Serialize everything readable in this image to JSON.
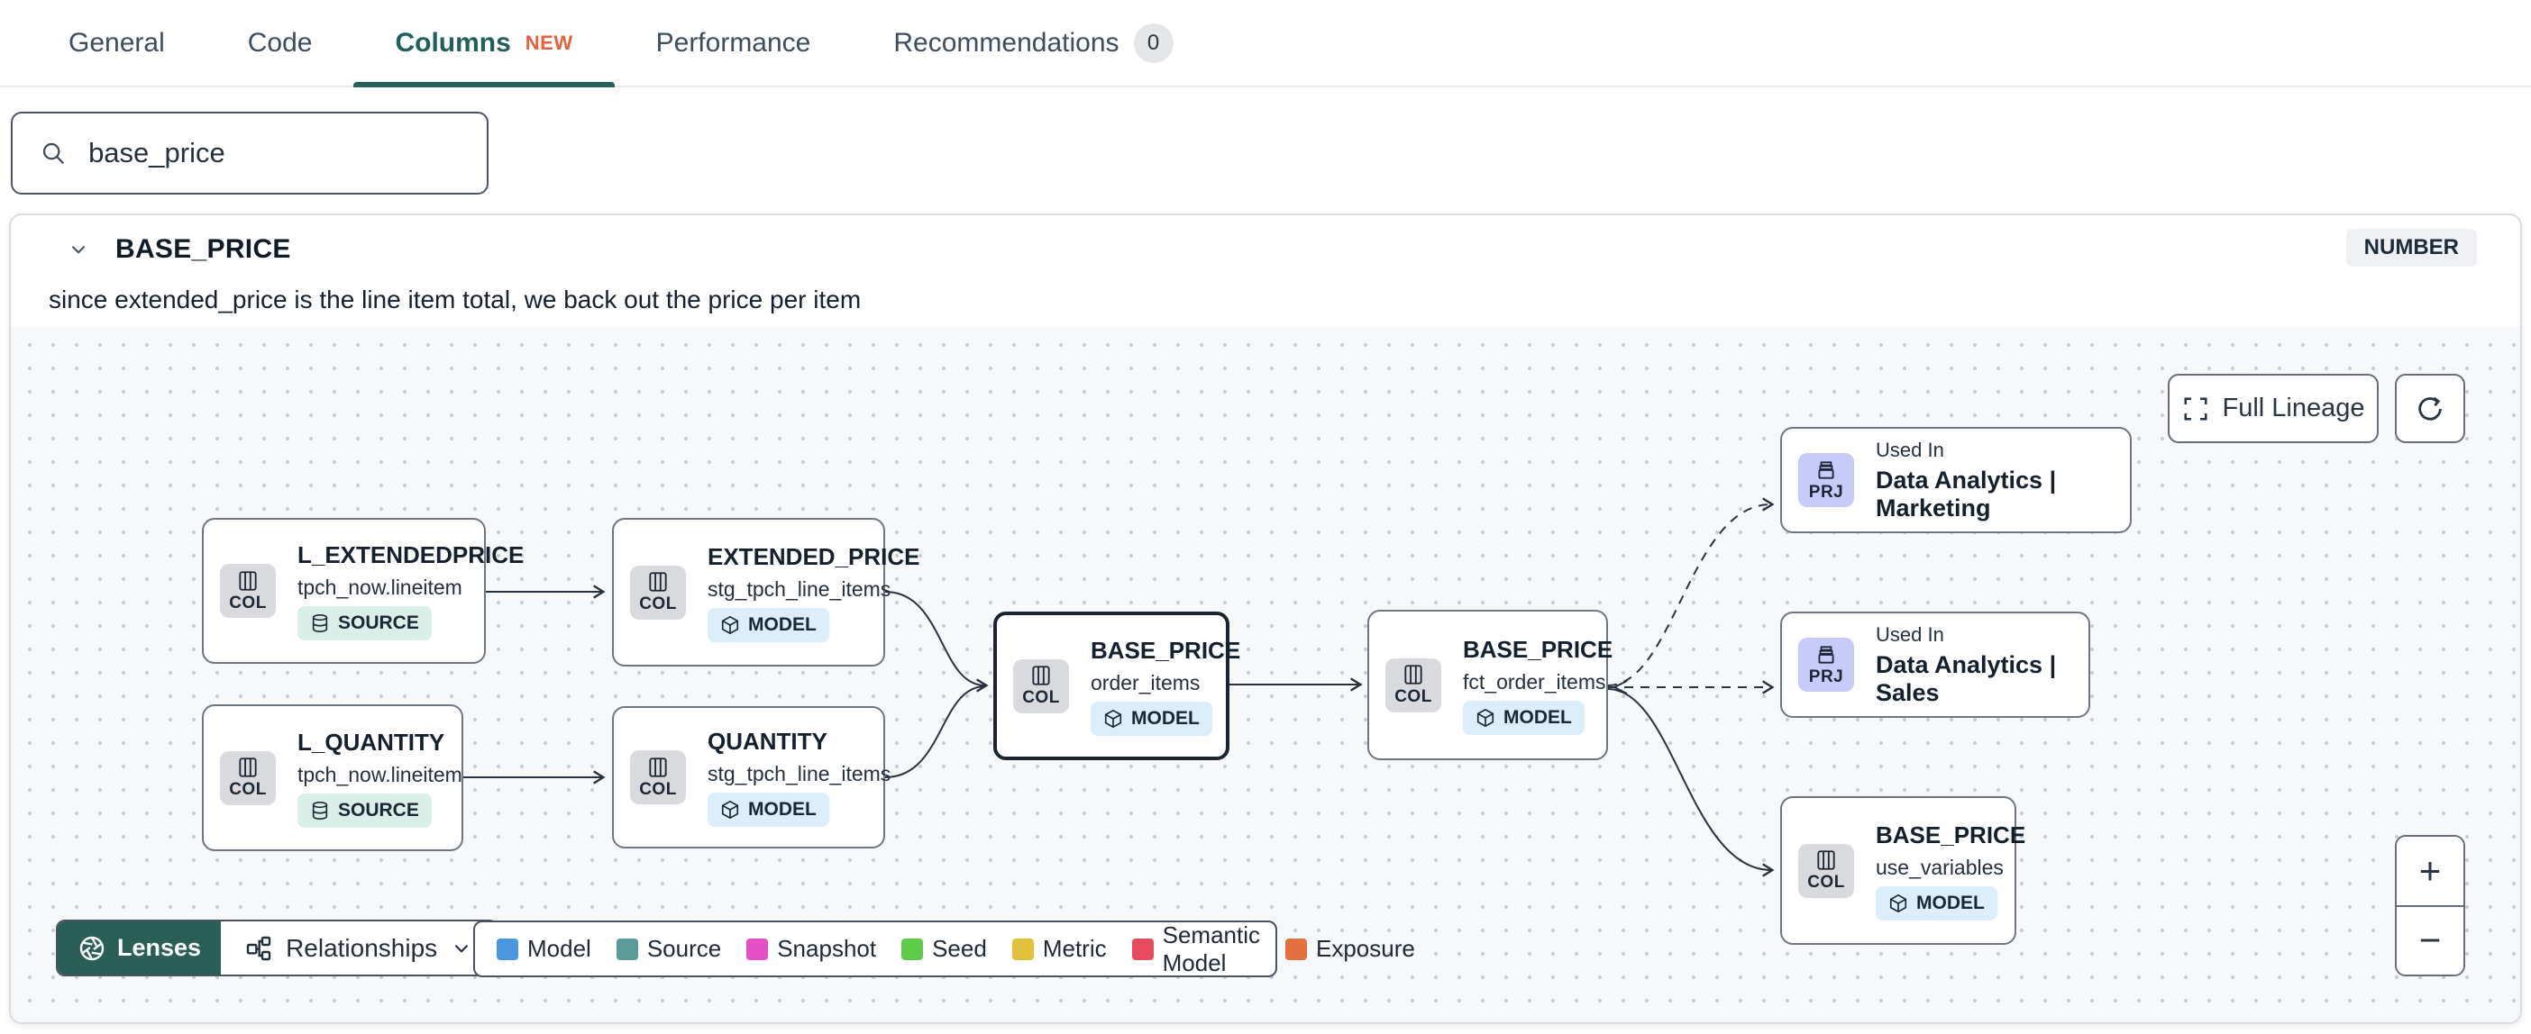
{
  "tabs": {
    "general": "General",
    "code": "Code",
    "columns": "Columns",
    "columns_badge": "NEW",
    "performance": "Performance",
    "recommendations": "Recommendations",
    "recommendations_count": "0"
  },
  "search": {
    "value": "base_price"
  },
  "column_card": {
    "title": "BASE_PRICE",
    "type_badge": "NUMBER",
    "description": "since extended_price is the line item total, we back out the price per item"
  },
  "lineage": {
    "nodes": [
      {
        "chip": "COL",
        "title": "L_EXTENDEDPRICE",
        "subtitle": "tpch_now.lineitem",
        "badge": "SOURCE"
      },
      {
        "chip": "COL",
        "title": "L_QUANTITY",
        "subtitle": "tpch_now.lineitem",
        "badge": "SOURCE"
      },
      {
        "chip": "COL",
        "title": "EXTENDED_PRICE",
        "subtitle": "stg_tpch_line_items",
        "badge": "MODEL"
      },
      {
        "chip": "COL",
        "title": "QUANTITY",
        "subtitle": "stg_tpch_line_items",
        "badge": "MODEL"
      },
      {
        "chip": "COL",
        "title": "BASE_PRICE",
        "subtitle": "order_items",
        "badge": "MODEL"
      },
      {
        "chip": "COL",
        "title": "BASE_PRICE",
        "subtitle": "fct_order_items",
        "badge": "MODEL"
      },
      {
        "chip": "PRJ",
        "title": "Used In",
        "subtitle": "Data Analytics | Marketing"
      },
      {
        "chip": "PRJ",
        "title": "Used In",
        "subtitle": "Data Analytics | Sales"
      },
      {
        "chip": "COL",
        "title": "BASE_PRICE",
        "subtitle": "use_variables",
        "badge": "MODEL"
      }
    ],
    "controls": {
      "full_lineage": "Full Lineage"
    },
    "toolbar": {
      "lenses": "Lenses",
      "relationships": "Relationships"
    },
    "legend": [
      {
        "label": "Model",
        "color": "#4a97e0"
      },
      {
        "label": "Source",
        "color": "#5b9a99"
      },
      {
        "label": "Snapshot",
        "color": "#e44fc4"
      },
      {
        "label": "Seed",
        "color": "#5ecb49"
      },
      {
        "label": "Metric",
        "color": "#e2c23c"
      },
      {
        "label": "Semantic Model",
        "color": "#e74b5e"
      },
      {
        "label": "Exposure",
        "color": "#e2713f"
      }
    ],
    "icons": {
      "search": "magnifier-icon",
      "chip_col": "columns-icon",
      "chip_prj": "archive-icon",
      "badge_source": "database-icon",
      "badge_model": "cube-icon",
      "lenses": "aperture-icon",
      "relationships": "hierarchy-icon",
      "full_lineage": "expand-icon",
      "refresh": "refresh-icon"
    }
  }
}
